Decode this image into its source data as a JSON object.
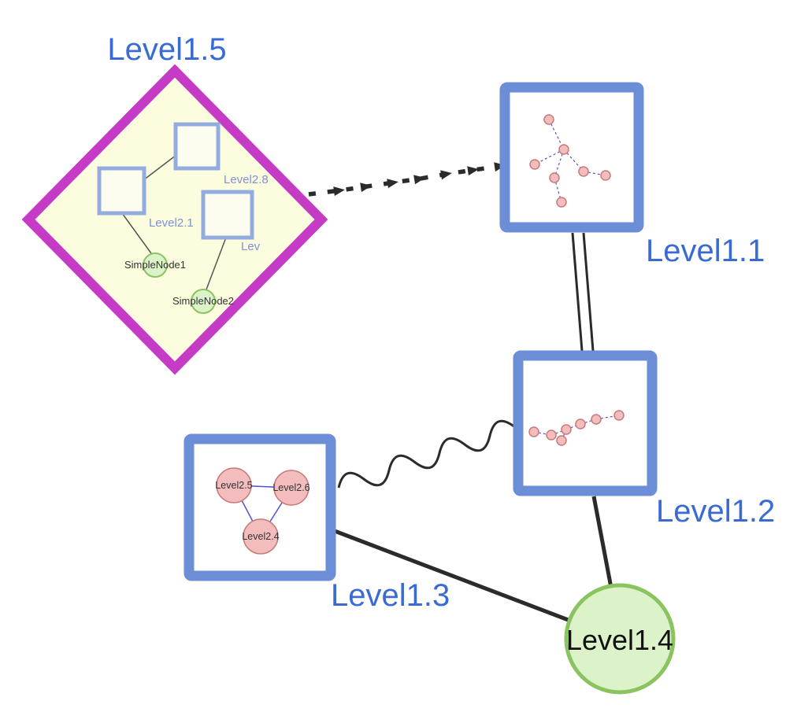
{
  "diagram": {
    "type": "nested-graph",
    "nodes": {
      "level1_5": {
        "label": "Level1.5",
        "shape": "diamond"
      },
      "level1_1": {
        "label": "Level1.1",
        "shape": "square-group"
      },
      "level1_2": {
        "label": "Level1.2",
        "shape": "square-group"
      },
      "level1_3": {
        "label": "Level1.3",
        "shape": "square-group"
      },
      "level1_4": {
        "label": "Level1.4",
        "shape": "circle"
      }
    },
    "level1_5_contents": {
      "groups": [
        {
          "label": "Level2.8"
        },
        {
          "label": "Level2.1"
        },
        {
          "label": "Lev"
        }
      ],
      "simple_nodes": [
        {
          "label": "SimpleNode1"
        },
        {
          "label": "SimpleNode2"
        }
      ]
    },
    "level1_3_contents": {
      "nodes": [
        {
          "label": "Level2.5"
        },
        {
          "label": "Level2.6"
        },
        {
          "label": "Level2.4"
        }
      ]
    },
    "edges": [
      {
        "from": "Level1.5",
        "to": "Level1.1",
        "style": "dashed-arrowheads"
      },
      {
        "from": "Level1.1",
        "to": "Level1.2",
        "style": "double-line"
      },
      {
        "from": "Level1.3",
        "to": "Level1.2",
        "style": "wavy"
      },
      {
        "from": "Level1.3",
        "to": "Level1.4",
        "style": "solid"
      },
      {
        "from": "Level1.2",
        "to": "Level1.4",
        "style": "solid"
      }
    ],
    "colors": {
      "diamond_border": "#c63bc6",
      "diamond_fill": "#fcfcdf",
      "group_square_border": "#93acdf",
      "group_square_fill": "#fdfdef",
      "box_border": "#6b8ed6",
      "box_fill": "#ffffff",
      "label_blue": "#3a6ad4",
      "inner_label_blue": "#7e92d4",
      "label_dark": "#111111",
      "simple_text": "#333333",
      "green_fill": "#dcf2c8",
      "green_border": "#8ac460",
      "pink_fill": "#f3bdbd",
      "pink_border": "#c97979",
      "mini_edge_blue": "#5252cc",
      "inner_edge_gray": "#555555",
      "edge_dark": "#2b2b2b"
    }
  }
}
